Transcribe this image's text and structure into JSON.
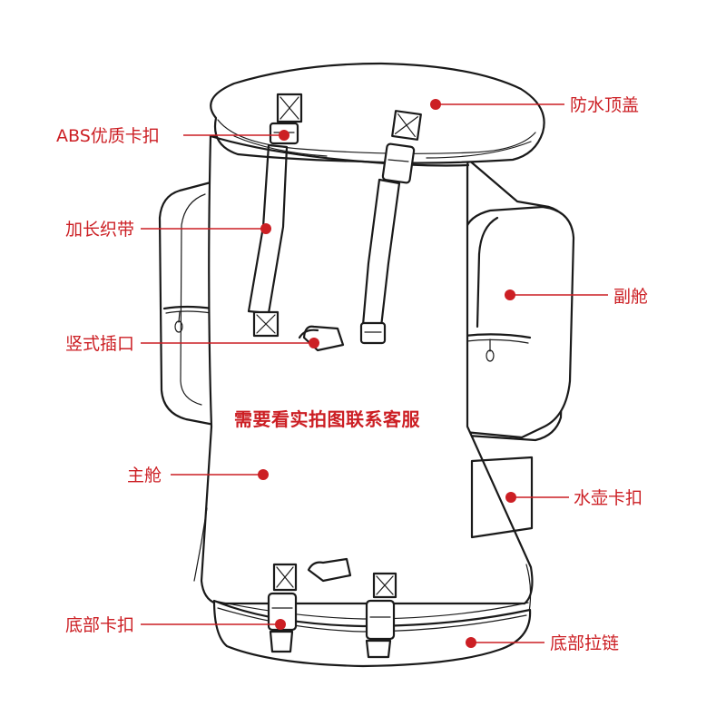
{
  "colors": {
    "accent": "#cc1f24",
    "ink": "#1a1a1a",
    "background": "#ffffff"
  },
  "labels": {
    "waterproof_lid": "防水顶盖",
    "abs_buckle": "ABS优质卡扣",
    "long_webbing": "加长织带",
    "side_pocket": "副舱",
    "vertical_slot": "竖式插口",
    "main_compartment": "主舱",
    "bottle_buckle": "水壶卡扣",
    "bottom_buckle": "底部卡扣",
    "bottom_zipper": "底部拉链"
  },
  "center_note": "需要看实拍图联系客服"
}
